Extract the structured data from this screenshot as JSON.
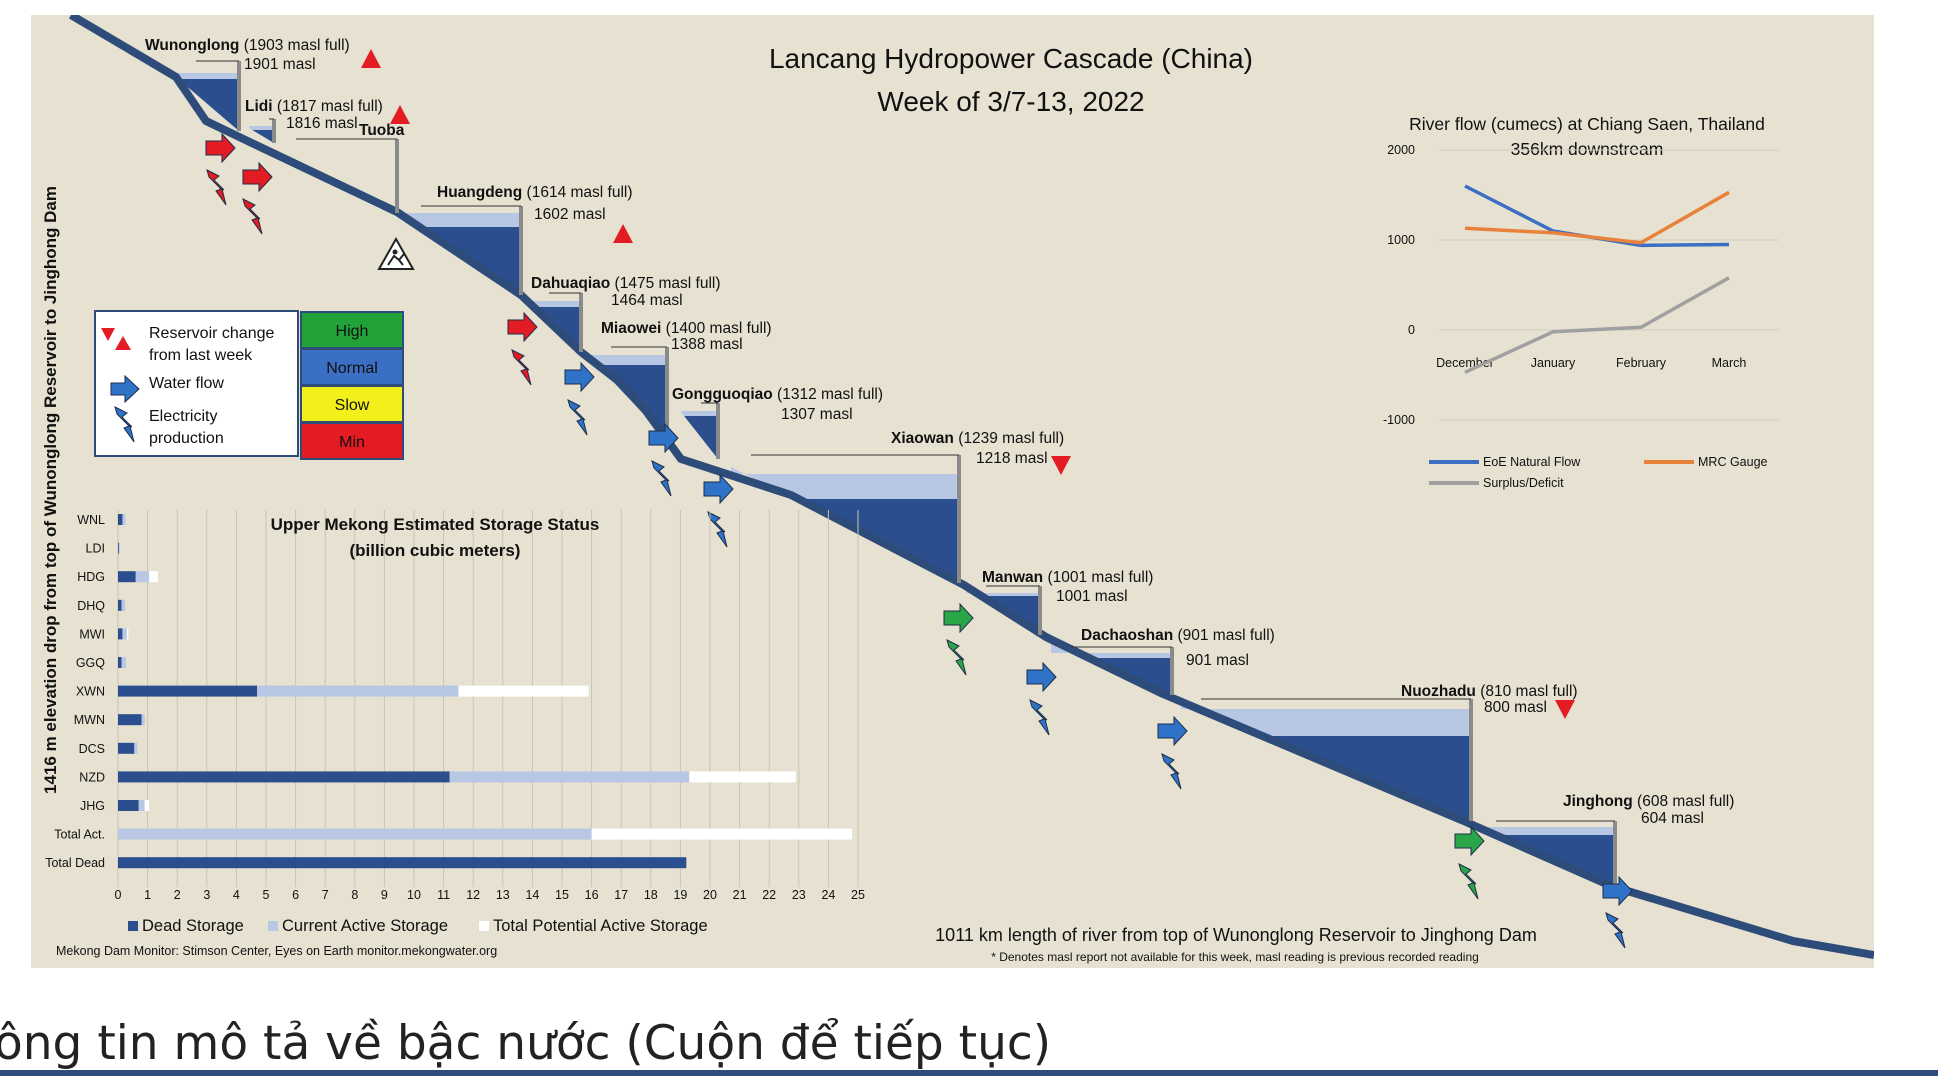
{
  "title_lines": [
    "Lancang Hydropower Cascade (China)",
    "Week of 3/7-13, 2022"
  ],
  "y_axis_label": "1416 m elevation drop from top of Wunonglong Reservoir to Jinghong Dam",
  "x_axis_label": "1011 km length of river from top of Wunonglong Reservoir to Jinghong Dam",
  "footnote": "* Denotes masl report not available for this week, masl reading is previous recorded reading",
  "source": "Mekong Dam Monitor: Stimson Center, Eyes on Earth  monitor.mekongwater.org",
  "caption": "ông tin mô tả về bậc nước (Cuộn để tiếp tục)",
  "colors": {
    "background": "#e6e1d1",
    "river": "#2e4c7a",
    "dark_water": "#2b4f8e",
    "light_water": "#b7c7e4",
    "high": "#22a33a",
    "normal": "#3b6fc4",
    "slow": "#f3ef1b",
    "min": "#e31b23",
    "arrow_red": "#e31b23",
    "arrow_blue": "#2f73c8",
    "arrow_green": "#2aa547"
  },
  "legend": {
    "items": [
      {
        "label_lines": [
          "Reservoir change",
          "from last week"
        ],
        "icon": "red-triangles-icon"
      },
      {
        "label_lines": [
          "Water flow"
        ],
        "icon": "blue-arrow-icon"
      },
      {
        "label_lines": [
          "Electricity",
          "production"
        ],
        "icon": "lightning-icon"
      }
    ],
    "status": [
      {
        "label": "High",
        "color": "#22a33a",
        "text_color": "#ffffff"
      },
      {
        "label": "Normal",
        "color": "#3b6fc4",
        "text_color": "#ffffff"
      },
      {
        "label": "Slow",
        "color": "#f3ef1b",
        "text_color": "#111111"
      },
      {
        "label": "Min",
        "color": "#e31b23",
        "text_color": "#ffffff"
      }
    ]
  },
  "dams": [
    {
      "name": "Wunonglong",
      "full": "(1903 masl full)",
      "level": "1901 masl",
      "change": "up",
      "flow": "red"
    },
    {
      "name": "Lidi",
      "full": "(1817 masl full)",
      "level": "1816 masl",
      "change": "up",
      "flow": "red"
    },
    {
      "name": "Tuoba",
      "full": "",
      "level": "",
      "change": "",
      "flow": "",
      "status_icon": "construction-warning-icon"
    },
    {
      "name": "Huangdeng",
      "full": "(1614 masl full)",
      "level": "1602 masl",
      "change": "up",
      "flow": "red"
    },
    {
      "name": "Dahuaqiao",
      "full": "(1475 masl full)",
      "level": "1464 masl",
      "change": "",
      "flow": "blue"
    },
    {
      "name": "Miaowei",
      "full": "(1400 masl full)",
      "level": "1388 masl",
      "change": "",
      "flow": "blue"
    },
    {
      "name": "Gongguoqiao",
      "full": "(1312 masl full)",
      "level": "1307 masl",
      "change": "",
      "flow": "blue"
    },
    {
      "name": "Xiaowan",
      "full": "(1239 masl full)",
      "level": "1218 masl",
      "change": "down",
      "flow": "green"
    },
    {
      "name": "Manwan",
      "full": "(1001 masl full)",
      "level": "1001 masl",
      "change": "",
      "flow": "blue"
    },
    {
      "name": "Dachaoshan",
      "full": "(901 masl full)",
      "level": "901 masl",
      "change": "",
      "flow": "blue"
    },
    {
      "name": "Nuozhadu",
      "full": "(810 masl full)",
      "level": "800 masl",
      "change": "down",
      "flow": "green"
    },
    {
      "name": "Jinghong",
      "full": "(608 masl full)",
      "level": "604 masl",
      "change": "",
      "flow": "blue"
    }
  ],
  "chart_data": [
    {
      "type": "bar",
      "orientation": "horizontal",
      "stacked": true,
      "title": "Upper Mekong Estimated Storage Status (billion cubic meters)",
      "categories": [
        "WNL",
        "LDI",
        "HDG",
        "DHQ",
        "MWI",
        "GGQ",
        "XWN",
        "MWN",
        "DCS",
        "NZD",
        "JHG",
        "Total Act.",
        "Total Dead"
      ],
      "series": [
        {
          "name": "Dead Storage",
          "color": "#2b4f8e",
          "values": [
            0.15,
            0.03,
            0.6,
            0.12,
            0.15,
            0.12,
            4.7,
            0.8,
            0.55,
            11.2,
            0.7,
            0,
            19.2
          ]
        },
        {
          "name": "Current Active Storage",
          "color": "#b7c7e4",
          "values": [
            0.1,
            0.03,
            0.45,
            0.12,
            0.15,
            0.15,
            6.8,
            0.1,
            0.1,
            8.1,
            0.2,
            16.0,
            0
          ]
        },
        {
          "name": "Total Potential Active Storage",
          "color": "#ffffff",
          "values": [
            0,
            0,
            0.3,
            0,
            0.05,
            0,
            4.4,
            0,
            0,
            3.6,
            0.15,
            8.8,
            0
          ]
        }
      ],
      "xlim": [
        0,
        25
      ],
      "xticks": [
        "0",
        "1",
        "2",
        "3",
        "4",
        "5",
        "6",
        "7",
        "8",
        "9",
        "10",
        "11",
        "12",
        "13",
        "14",
        "15",
        "16",
        "17",
        "18",
        "19",
        "20",
        "21",
        "22",
        "23",
        "24",
        "25"
      ],
      "grid": true,
      "legend": "bottom"
    },
    {
      "type": "line",
      "title": "River flow (cumecs) at Chiang Saen, Thailand 356km downstream",
      "categories": [
        "December",
        "January",
        "February",
        "March"
      ],
      "series": [
        {
          "name": "EoE Natural Flow",
          "color": "#3b6fc4",
          "values": [
            1600,
            1100,
            940,
            950
          ]
        },
        {
          "name": "MRC Gauge",
          "color": "#e8823a",
          "values": [
            1130,
            1080,
            970,
            1530
          ]
        },
        {
          "name": "Surplus/Deficit",
          "color": "#a0a0a0",
          "values": [
            -470,
            -20,
            30,
            580
          ]
        }
      ],
      "ylim": [
        -1000,
        2000
      ],
      "yticks": [
        "2000",
        "1000",
        "0",
        "-1000"
      ],
      "grid": true,
      "legend": "bottom"
    }
  ]
}
